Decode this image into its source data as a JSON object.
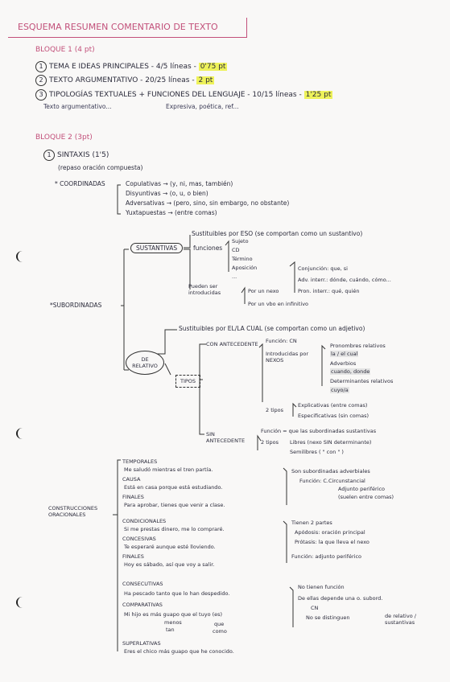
{
  "title": "ESQUEMA RESUMEN COMENTARIO DE TEXTO",
  "b1": {
    "heading": "BLOQUE 1 (4 pt)",
    "items": [
      {
        "n": "1",
        "text": "TEMA E IDEAS PRINCIPALES - 4/5 líneas -",
        "pts": "0'75 pt"
      },
      {
        "n": "2",
        "text": "TEXTO ARGUMENTATIVO - 20/25 líneas -",
        "pts": "2 pt"
      },
      {
        "n": "3",
        "text": "TIPOLOGÍAS TEXTUALES + FUNCIONES DEL LENGUAJE - 10/15 líneas -",
        "pts": "1'25 pt"
      }
    ],
    "note1": "Texto argumentativo...",
    "note2": "Expresiva, poética, ref..."
  },
  "b2": {
    "heading": "BLOQUE 2 (3pt)",
    "sintaxis": "SINTAXIS (1'5)",
    "repaso": "(repaso oración compuesta)",
    "coord_label": "* COORDINADAS",
    "coord": [
      "Copulativas → (y, ni, mas, también)",
      "Disyuntivas → (o, u, o bien)",
      "Adversativas → (pero, sino, sin embargo, no obstante)",
      "Yuxtapuestas → (entre comas)"
    ],
    "sub_label": "*SUBORDINADAS",
    "sust": {
      "box": "SUSTANTIVAS",
      "sust_text": "Sustituibles por ESO (se comportan como un sustantivo)",
      "funciones": "funciones",
      "fun": [
        "Sujeto",
        "CD",
        "Término",
        "Aposición",
        "..."
      ],
      "pueden": "Pueden ser introducidas",
      "nexo": "Por un nexo",
      "conj": "Conjunción: que, si",
      "adv": "Adv. interr.: dónde, cuándo, cómo...",
      "pron": "Pron. interr.: qué, quién",
      "inf": "Por un vbo en infinitivo"
    },
    "rel": {
      "box": "DE RELATIVO",
      "sust_text": "Sustituibles por EL/LA CUAL (se comportan como un adjetivo)",
      "tipos": "TIPOS",
      "con_ant": "CON ANTECEDENTE",
      "funcion": "Función: CN",
      "introd": "Introducidas por NEXOS",
      "nexos": [
        "Pronombres relativos",
        "la / el cual",
        "Adverbios",
        "cuando, donde",
        "Determinantes relativos",
        "cuyo/a"
      ],
      "dos": "2 tipos",
      "expl": "Explicativas (entre comas)",
      "espec": "Especificativas (sin comas)",
      "sin_ant": "SIN ANTECEDENTE",
      "sin_f": "Función = que las subordinadas sustantivas",
      "sin_t": "2 tipos",
      "libres": "Libres (nexo SIN determinante)",
      "semi": "Semilibres ( \"  con  \" )"
    }
  },
  "cons": {
    "label": "CONSTRUCCIONES ORACIONALES",
    "g1": [
      {
        "h": "TEMPORALES",
        "e": "Me saludó mientras el tren partía."
      },
      {
        "h": "CAUSA",
        "e": "Está en casa porque está estudiando."
      },
      {
        "h": "FINALES",
        "e": "Para aprobar, tienes que venir a clase."
      }
    ],
    "g1n": [
      "Son subordinadas adverbiales",
      "Función: C.Circunstancial",
      "Adjunto periférico",
      "(suelen entre comas)"
    ],
    "g2": [
      {
        "h": "CONDICIONALES",
        "e": "Si me prestas dinero, me lo compraré."
      },
      {
        "h": "CONCESIVAS",
        "e": "Te esperaré aunque esté lloviendo."
      },
      {
        "h": "FINALES",
        "e": "Hoy es sábado, así que voy a salir."
      }
    ],
    "g2n": [
      "Tienen 2 partes",
      "Apódosis: oración principal",
      "Prótasis: la que lleva el nexo",
      "Función: adjunto periférico"
    ],
    "g3": [
      {
        "h": "CONSECUTIVAS",
        "e": "Ha pescado tanto que lo han despedido."
      },
      {
        "h": "COMPARATIVAS",
        "e": "Mi hijo es más guapo que el tuyo (es)"
      },
      {
        "h": "SUPERLATIVAS",
        "e": "Eres el chico más guapo que he conocido."
      }
    ],
    "g3sub": [
      "menos",
      "tan"
    ],
    "g3sub2": [
      "que",
      "como"
    ],
    "g3n": [
      "No tienen función",
      "De ellas depende una o. subord.",
      "CN",
      "No se distinguen"
    ],
    "g3n2": "de relativo / sustantivas"
  }
}
